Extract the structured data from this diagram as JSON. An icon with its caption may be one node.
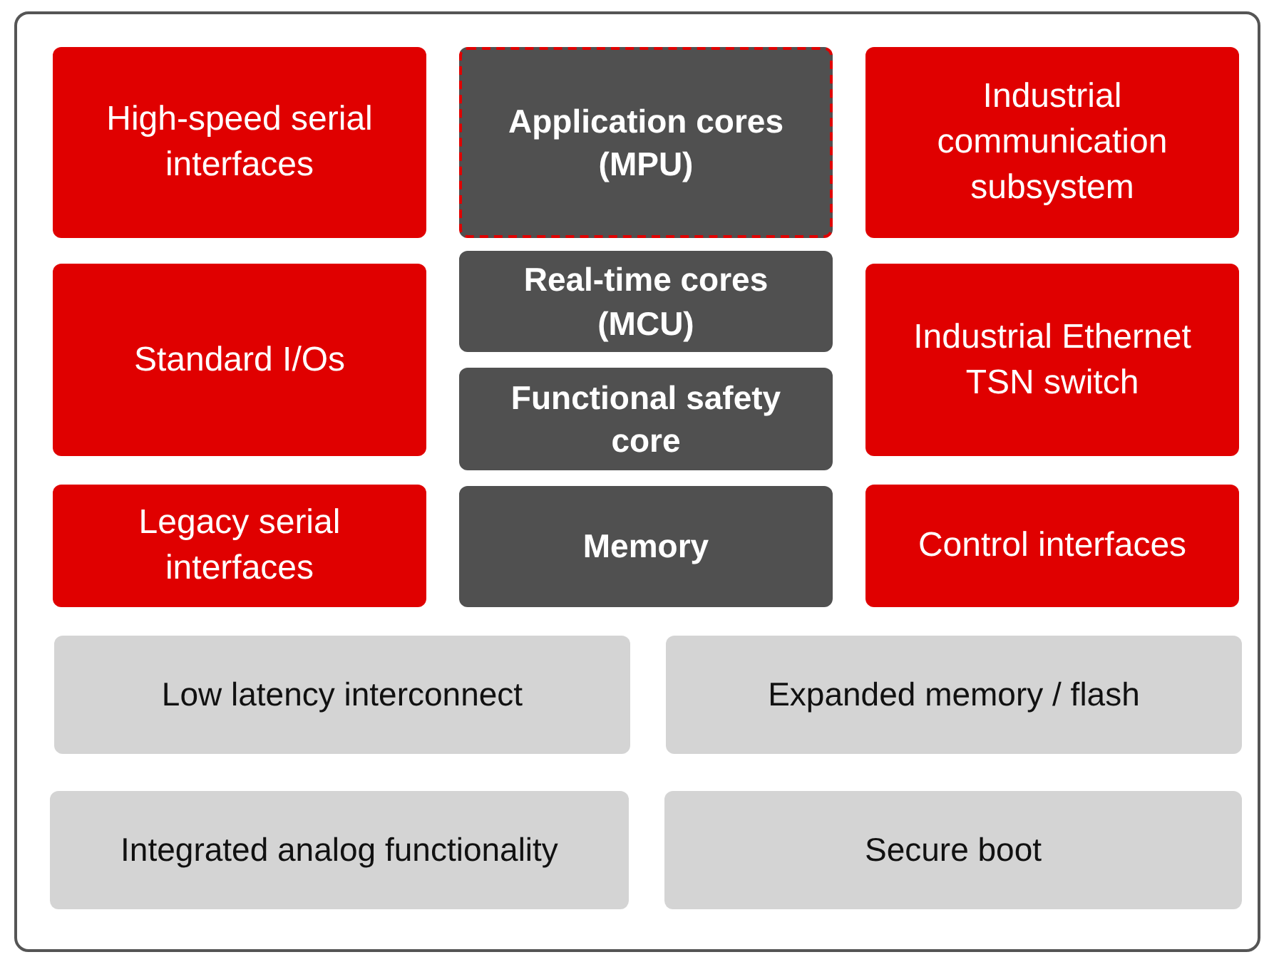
{
  "diagram": {
    "nodes": [
      {
        "text": [
          "High-speed serial interfaces"
        ]
      },
      {
        "text": [
          "Application cores (MPU)"
        ]
      },
      {
        "text": [
          "Industrial communication subsystem"
        ]
      },
      {
        "text": [
          "Standard I/Os"
        ]
      },
      {
        "text": [
          "Real-time cores (MCU)"
        ]
      },
      {
        "text": [
          "Industrial Ethernet TSN switch"
        ]
      },
      {
        "text": [
          "Functional safety core"
        ]
      },
      {
        "text": [
          "Legacy serial interfaces"
        ]
      },
      {
        "text": [
          "Memory"
        ]
      },
      {
        "text": [
          "Control interfaces"
        ]
      },
      {
        "text": [
          "Low latency interconnect"
        ]
      },
      {
        "text": [
          "Expanded memory / flash"
        ]
      },
      {
        "text": [
          "Integrated analog functionality"
        ]
      },
      {
        "text": [
          "Secure boot"
        ]
      }
    ],
    "edges": []
  }
}
